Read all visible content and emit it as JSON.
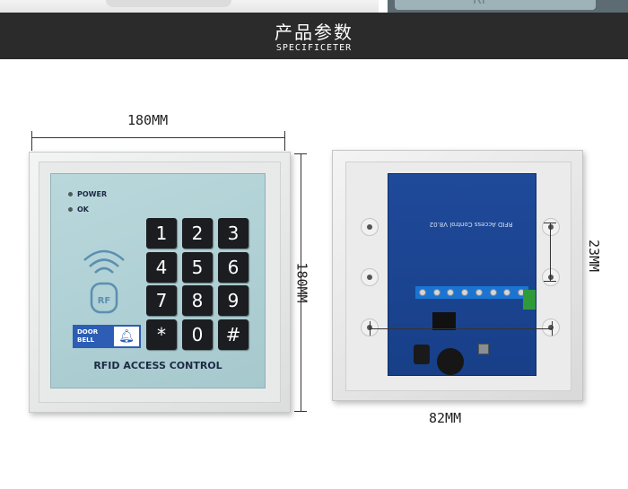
{
  "header": {
    "title": "产品参数",
    "subtitle": "SPECIFICETER"
  },
  "dimensions": {
    "front_width": "180MM",
    "front_height": "180MM",
    "back_hole_spacing": "23MM",
    "back_width": "82MM"
  },
  "keypad": {
    "leds": [
      {
        "label": "POWER"
      },
      {
        "label": "OK"
      }
    ],
    "rf_badge": "RF",
    "keys": [
      "1",
      "2",
      "3",
      "4",
      "5",
      "6",
      "7",
      "8",
      "9",
      "*",
      "0",
      "#"
    ],
    "doorbell_line1": "DOOR",
    "doorbell_line2": "BELL",
    "brand_label": "RFID ACCESS CONTROL"
  },
  "back_panel": {
    "pcb_label": "RFID Access Control V8.02"
  },
  "top_strip": {
    "rf_text": "RF"
  },
  "colors": {
    "header_bg": "#2b2b2b",
    "face": "#b0d0d4",
    "key": "#1b1d20",
    "doorbell": "#2d5db5",
    "pcb": "#1f4a9a"
  }
}
